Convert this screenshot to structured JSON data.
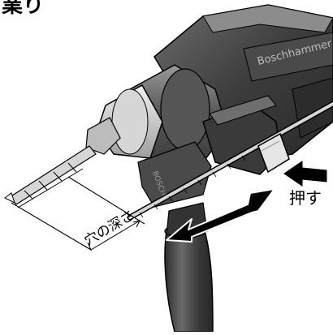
{
  "heading": {
    "fragment": "業り"
  },
  "labels": {
    "push": "押す",
    "hole_depth": "穴の深さ"
  },
  "drill": {
    "brand_text": "Boschhammer",
    "housing_text": "BOSCH"
  },
  "colors": {
    "body_dark": "#3c3c3c",
    "body_mid": "#6e6e6e",
    "body_light": "#a8a8a8",
    "metal": "#d6d6d6",
    "background": "#ffffff",
    "ink": "#000000"
  }
}
